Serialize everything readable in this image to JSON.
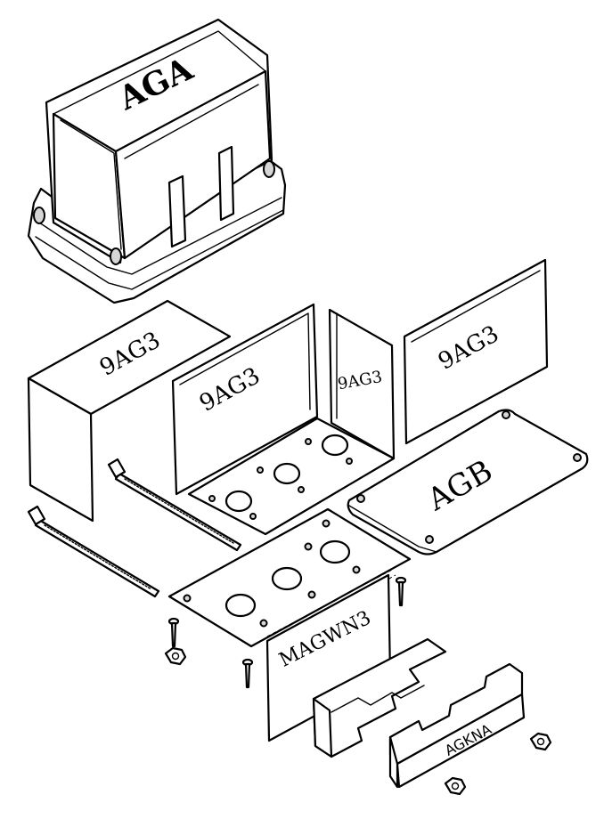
{
  "labels": {
    "enclosure_cover": "AGA",
    "sleeve": "9AG3",
    "panel_left": "9AG3",
    "panel_side": "9AG3",
    "panel_right": "9AG3",
    "base_plate": "AGB",
    "bracket": "MAGWN3",
    "clamp": "AGKNA"
  }
}
